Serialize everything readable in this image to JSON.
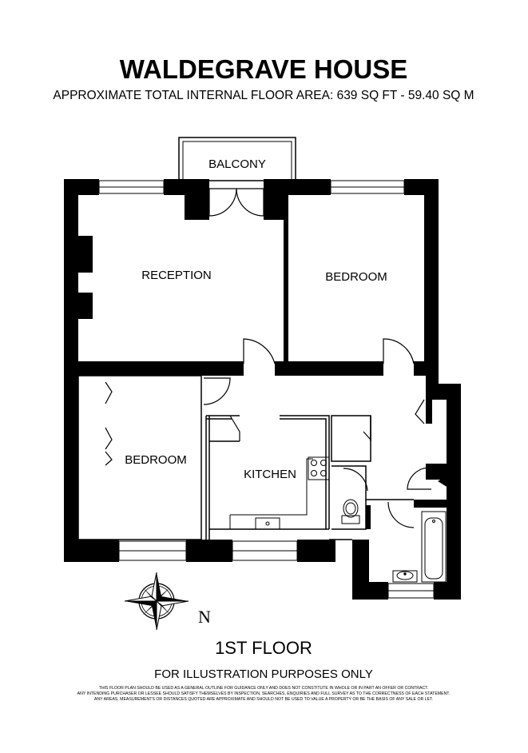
{
  "header": {
    "title": "WALDEGRAVE HOUSE",
    "area": "APPROXIMATE TOTAL INTERNAL FLOOR AREA:   639 SQ FT - 59.40 SQ M"
  },
  "rooms": {
    "balcony": "BALCONY",
    "reception": "RECEPTION",
    "bedroom1": "BEDROOM",
    "bedroom2": "BEDROOM",
    "kitchen": "KITCHEN"
  },
  "compass": {
    "north": "N"
  },
  "footer": {
    "floor": "1ST FLOOR",
    "illustration": "FOR ILLUSTRATION PURPOSES ONLY",
    "disclaimer": [
      "THIS FLOOR PLAN SHOULD BE USED AS A GENERAL OUTLINE FOR GUIDANCE ONLY AND DOES NOT CONSTITUTE IN WHOLE OR IN PART AN OFFER OR CONTRACT.",
      "ANY INTENDING PURCHASER OR LESSEE SHOULD SATISFY THEMSELVES BY INSPECTION, SEARCHES, ENQUIRIES AND FULL SURVEY AS TO THE CORRECTNESS OF EACH STATEMENT.",
      "ANY AREAS, MEASUREMENTS OR DISTANCES QUOTED ARE APPROXIMATE AND SHOULD NOT BE USED TO VALUE A PROPERTY OR BE THE BASIS OF ANY SALE OR LET."
    ]
  }
}
